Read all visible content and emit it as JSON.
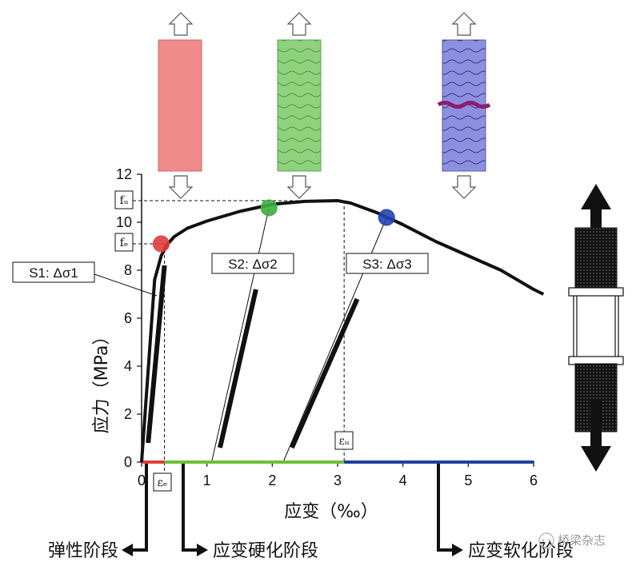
{
  "chart_data": {
    "type": "line",
    "xlabel": "应变（‰）",
    "ylabel": "应力（MPa）",
    "xlim": [
      0,
      6
    ],
    "ylim": [
      0,
      12
    ],
    "xticks": [
      "0",
      "1",
      "2",
      "3",
      "4",
      "5",
      "6"
    ],
    "yticks": [
      "0",
      "2",
      "4",
      "6",
      "8",
      "10",
      "12"
    ],
    "grid": false,
    "curve": {
      "x": [
        0,
        0.2,
        0.3,
        0.4,
        0.5,
        0.7,
        1.0,
        1.5,
        2.0,
        2.5,
        3.0,
        3.2,
        3.6,
        4.0,
        4.5,
        5.0,
        5.5,
        6.0,
        6.15
      ],
      "y": [
        0,
        7.6,
        8.6,
        9.1,
        9.4,
        9.75,
        10.05,
        10.45,
        10.75,
        10.87,
        10.9,
        10.8,
        10.4,
        9.9,
        9.2,
        8.6,
        8.0,
        7.2,
        7.0
      ]
    },
    "points": [
      {
        "label": "S1: Δσ1",
        "x": 0.3,
        "y": 9.1,
        "color": "#e03c3c"
      },
      {
        "label": "S2: Δσ2",
        "x": 1.95,
        "y": 10.6,
        "color": "#3fae3f"
      },
      {
        "label": "S3: Δσ3",
        "x": 3.75,
        "y": 10.2,
        "color": "#2742b0"
      }
    ],
    "unloading_segments": [
      {
        "x": [
          0.1,
          0.35
        ],
        "y": [
          0.8,
          8.2
        ]
      },
      {
        "x": [
          1.2,
          1.75
        ],
        "y": [
          0.6,
          7.2
        ]
      },
      {
        "x": [
          2.3,
          3.3
        ],
        "y": [
          0.6,
          6.8
        ]
      }
    ],
    "reference_marks": {
      "fu": "fᵤ",
      "fe": "fₑ",
      "eu": "εᵤ",
      "ee": "εₑ"
    },
    "reference_values": {
      "fu_y": 10.9,
      "fe_y": 9.1,
      "eu_x": 3.1,
      "ee_x": 0.35
    },
    "phases": [
      {
        "name": "弹性阶段",
        "x_start": 0,
        "x_end": 0.35,
        "color": "#e03c3c"
      },
      {
        "name": "应变硬化阶段",
        "x_start": 0.35,
        "x_end": 3.1,
        "color": "#6cc03a"
      },
      {
        "name": "应变软化阶段",
        "x_start": 3.1,
        "x_end": 6.0,
        "color": "#1f3f9f"
      }
    ]
  },
  "specimens": [
    {
      "name": "red",
      "color": "#f08b8b"
    },
    {
      "name": "green",
      "color": "#8fd17c"
    },
    {
      "name": "blue",
      "color": "#8f8fe0"
    }
  ],
  "stage_arrows": [
    "弹性阶段",
    "应变硬化阶段",
    "应变软化阶段"
  ],
  "watermark": "桥梁杂志"
}
